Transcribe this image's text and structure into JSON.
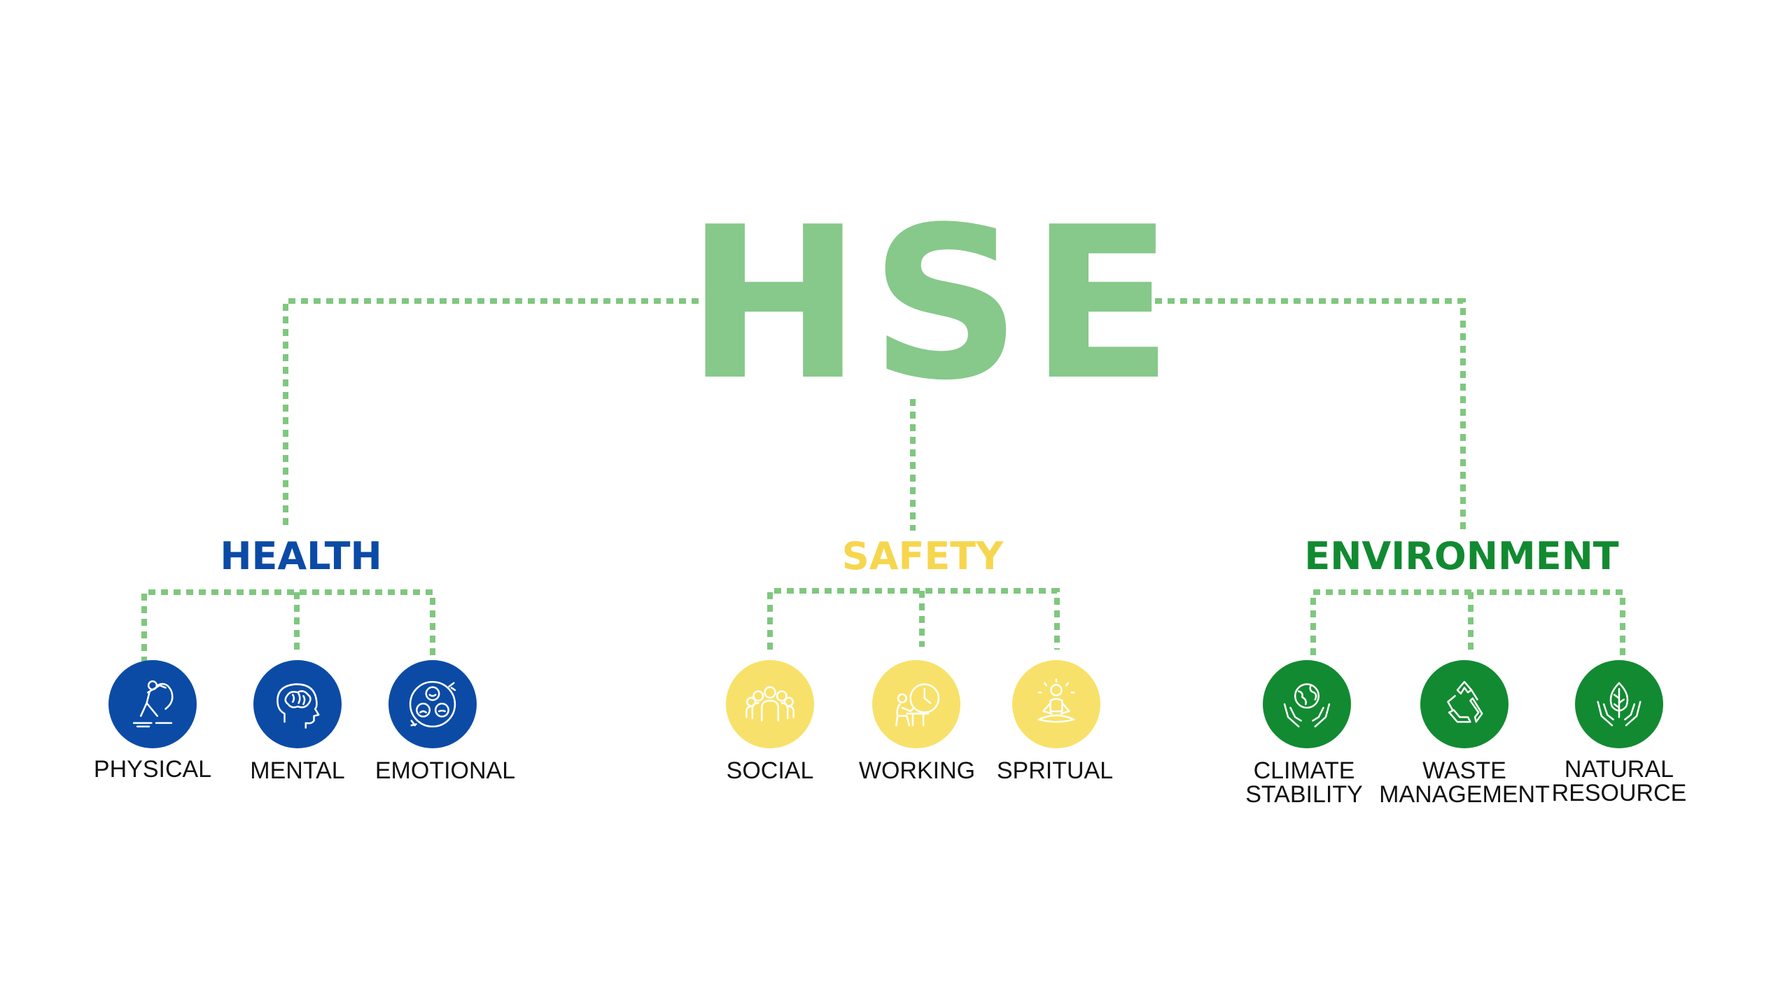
{
  "title": "HSE",
  "colors": {
    "title": "#87c98a",
    "connector": "#7fc77f",
    "health": "#0b4ba6",
    "safety": "#f8e16a",
    "safety_text": "#f6d64e",
    "environment": "#128a31",
    "icon_stroke_dark_bg": "#ffffff",
    "icon_stroke_light_bg": "#ffffff"
  },
  "categories": [
    {
      "id": "health",
      "label": "HEALTH",
      "items": [
        {
          "label": "PHYSICAL",
          "icon": "exercise-icon"
        },
        {
          "label": "MENTAL",
          "icon": "brain-icon"
        },
        {
          "label": "EMOTIONAL",
          "icon": "emotions-icon"
        }
      ]
    },
    {
      "id": "safety",
      "label": "SAFETY",
      "items": [
        {
          "label": "SOCIAL",
          "icon": "group-icon"
        },
        {
          "label": "WORKING",
          "icon": "work-desk-icon"
        },
        {
          "label": "SPRITUAL",
          "icon": "meditation-icon"
        }
      ]
    },
    {
      "id": "environment",
      "label": "ENVIRONMENT",
      "items": [
        {
          "label": "CLIMATE\nSTABILITY",
          "icon": "globe-hands-icon"
        },
        {
          "label": "WASTE\nMANAGEMENT",
          "icon": "recycle-icon"
        },
        {
          "label": "NATURAL\nRESOURCE",
          "icon": "leaf-hands-icon"
        }
      ]
    }
  ]
}
